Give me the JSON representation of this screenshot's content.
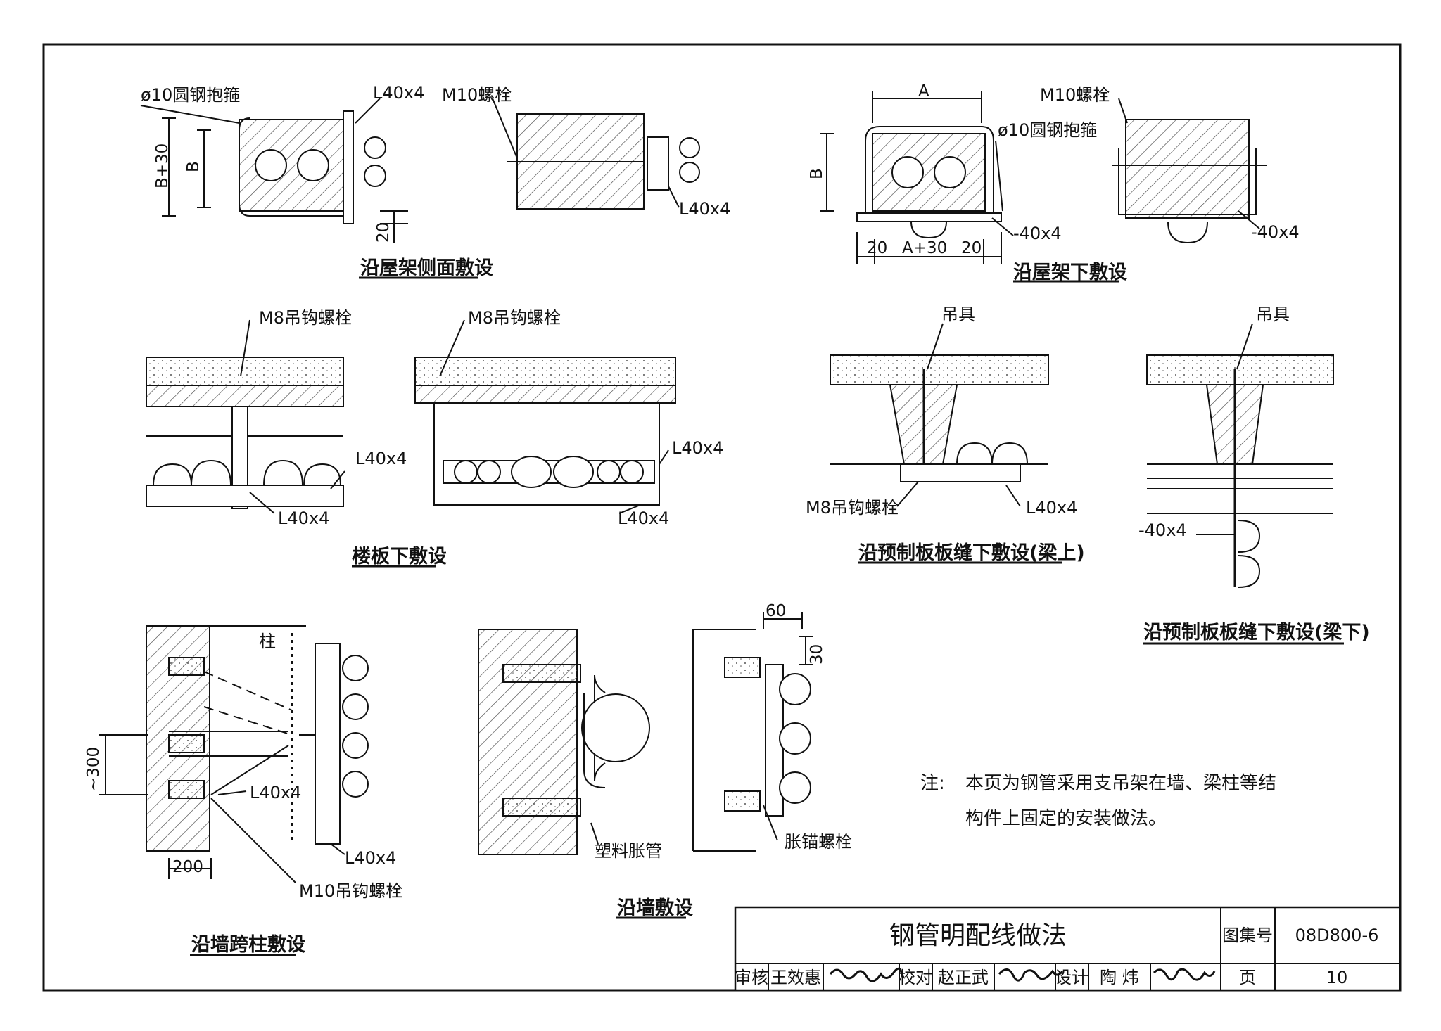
{
  "drawing": {
    "captions": {
      "roof_truss_side": "沿屋架侧面敷设",
      "roof_truss_under": "沿屋架下敷设",
      "floor_slab_under": "楼板下敷设",
      "precast_joint_on_beam": "沿预制板板缝下敷设(梁上)",
      "precast_joint_under_beam": "沿预制板板缝下敷设(梁下)",
      "wall_across_column": "沿墙跨柱敷设",
      "along_wall": "沿墙敷设"
    },
    "labels": {
      "round_steel_hoop": "ø10圆钢抱箍",
      "angle_l40x4": "L40x4",
      "m10_bolt": "M10螺栓",
      "flat_40x4": "-40x4",
      "m8_hook_bolt": "M8吊钩螺栓",
      "hanger": "吊具",
      "column": "柱",
      "m10_hook_bolt": "M10吊钩螺栓",
      "plastic_anchor": "塑料胀管",
      "expansion_bolt": "胀锚螺栓"
    },
    "dimensions": {
      "b_plus_30": "B+30",
      "b": "B",
      "d20": "20",
      "a": "A",
      "a_plus_30": "A+30",
      "d60": "60",
      "d30": "30",
      "approx_300": "~300",
      "d200": "200"
    },
    "note": {
      "prefix": "注:",
      "line1": "本页为钢管采用支吊架在墙、梁柱等结",
      "line2": "构件上固定的安装做法。"
    }
  },
  "title_block": {
    "title": "钢管明配线做法",
    "atlas_label": "图集号",
    "atlas_no": "08D800-6",
    "page_label": "页",
    "page_no": "10",
    "review_label": "审核",
    "reviewer": "王效惠",
    "check_label": "校对",
    "checker": "赵正武",
    "design_label": "设计",
    "designer": "陶 炜"
  },
  "colors": {
    "ink": "#111111",
    "hatch": "#333333",
    "paper": "#ffffff"
  }
}
